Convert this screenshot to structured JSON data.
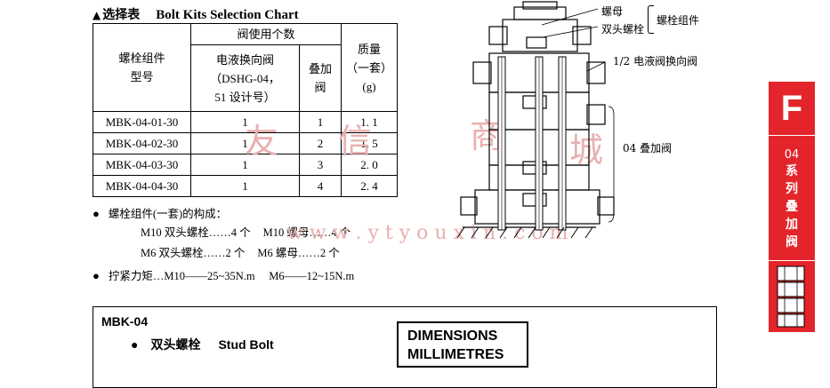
{
  "header": {
    "marker": "▲",
    "title_cn": "选择表",
    "title_en": "Bolt Kits Selection Chart"
  },
  "table": {
    "col_model": [
      "螺栓组件",
      "型号"
    ],
    "col_group": "阀使用个数",
    "col_valve": [
      "电液换向阀",
      "（DSHG-04，",
      "51 设计号）"
    ],
    "col_stack": [
      "叠加",
      "阀"
    ],
    "col_mass": [
      "质量",
      "（一套）",
      "(g)"
    ],
    "rows": [
      {
        "model": "MBK-04-01-30",
        "valve": "1",
        "stack": "1",
        "mass": "1. 1"
      },
      {
        "model": "MBK-04-02-30",
        "valve": "1",
        "stack": "2",
        "mass": "1. 5"
      },
      {
        "model": "MBK-04-03-30",
        "valve": "1",
        "stack": "3",
        "mass": "2. 0"
      },
      {
        "model": "MBK-04-04-30",
        "valve": "1",
        "stack": "4",
        "mass": "2. 4"
      }
    ]
  },
  "notes": {
    "composition_title": "螺栓组件(一套)的构成：",
    "line1a": "M10 双头螺栓……4 个",
    "line1b": "M10 螺母……4 个",
    "line2a": "M6  双头螺栓……2 个",
    "line2b": "M6 螺母……2 个",
    "torque": "拧紧力矩…M10——25~35N.m     M6——12~15N.m"
  },
  "diagram": {
    "label_nut": "螺母",
    "label_stud": "双头螺栓",
    "label_kit": "螺栓组件",
    "label_valve": "1/2  电液阀换向阀",
    "label_stack": "04 叠加阀"
  },
  "watermark": {
    "chars": [
      "友",
      "信",
      "商",
      "城"
    ],
    "url": "w w w . y t y o u x i n . c o m"
  },
  "bottom": {
    "model": "MBK-04",
    "stud_cn": "双头螺栓",
    "stud_en": "Stud Bolt",
    "dim1": "DIMENSIONS",
    "dim2": "MILLIMETRES"
  },
  "side_tab": {
    "letter": "F",
    "num": "04",
    "text": [
      "系",
      "列",
      "叠",
      "加",
      "阀"
    ]
  }
}
